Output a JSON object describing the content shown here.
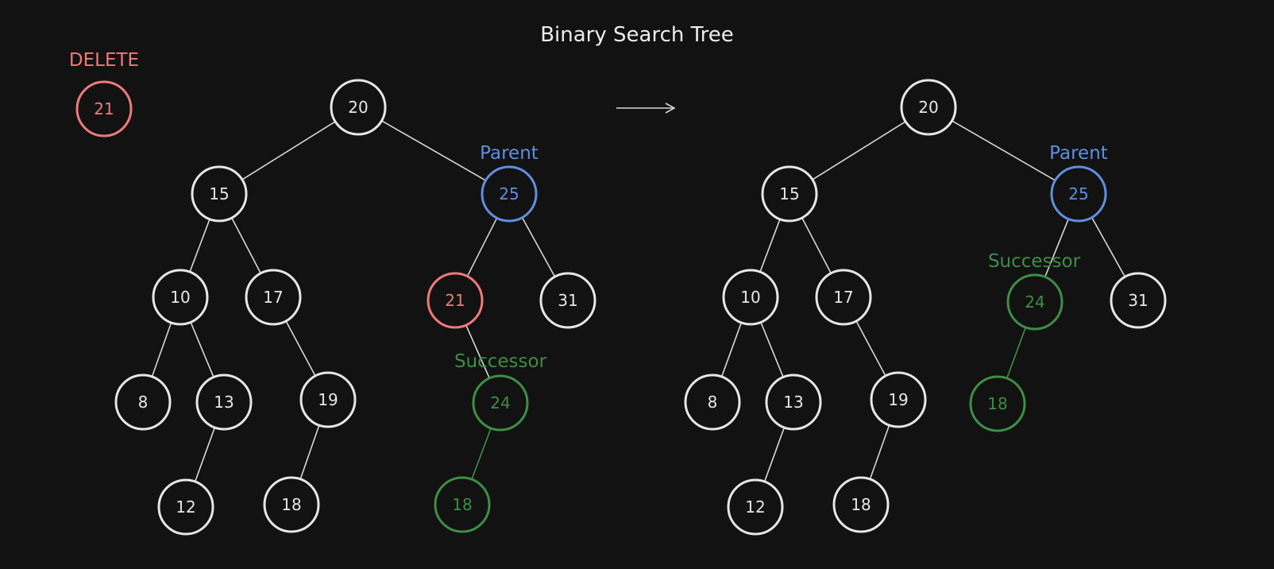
{
  "title": "Binary Search Tree",
  "delete_label": "DELETE",
  "delete_node": "21",
  "colors": {
    "background": "#121212",
    "default": "#e6e6e6",
    "delete": "#f07a7a",
    "parent": "#5f8fe0",
    "successor": "#3e8e45"
  },
  "before": {
    "parent_label": "Parent",
    "successor_label": "Successor",
    "nodes": {
      "n20": {
        "value": "20",
        "role": "default"
      },
      "n15": {
        "value": "15",
        "role": "default"
      },
      "n25": {
        "value": "25",
        "role": "parent"
      },
      "n10": {
        "value": "10",
        "role": "default"
      },
      "n17": {
        "value": "17",
        "role": "default"
      },
      "n21": {
        "value": "21",
        "role": "delete"
      },
      "n31": {
        "value": "31",
        "role": "default"
      },
      "n8": {
        "value": "8",
        "role": "default"
      },
      "n13": {
        "value": "13",
        "role": "default"
      },
      "n19": {
        "value": "19",
        "role": "default"
      },
      "n24": {
        "value": "24",
        "role": "successor"
      },
      "n12": {
        "value": "12",
        "role": "default"
      },
      "n18a": {
        "value": "18",
        "role": "default"
      },
      "n18b": {
        "value": "18",
        "role": "successor"
      }
    }
  },
  "after": {
    "parent_label": "Parent",
    "successor_label": "Successor",
    "nodes": {
      "n20": {
        "value": "20",
        "role": "default"
      },
      "n15": {
        "value": "15",
        "role": "default"
      },
      "n25": {
        "value": "25",
        "role": "parent"
      },
      "n10": {
        "value": "10",
        "role": "default"
      },
      "n17": {
        "value": "17",
        "role": "default"
      },
      "n24": {
        "value": "24",
        "role": "successor"
      },
      "n31": {
        "value": "31",
        "role": "default"
      },
      "n8": {
        "value": "8",
        "role": "default"
      },
      "n13": {
        "value": "13",
        "role": "default"
      },
      "n19": {
        "value": "19",
        "role": "default"
      },
      "n18b": {
        "value": "18",
        "role": "successor"
      },
      "n12": {
        "value": "12",
        "role": "default"
      },
      "n18a": {
        "value": "18",
        "role": "default"
      }
    }
  }
}
